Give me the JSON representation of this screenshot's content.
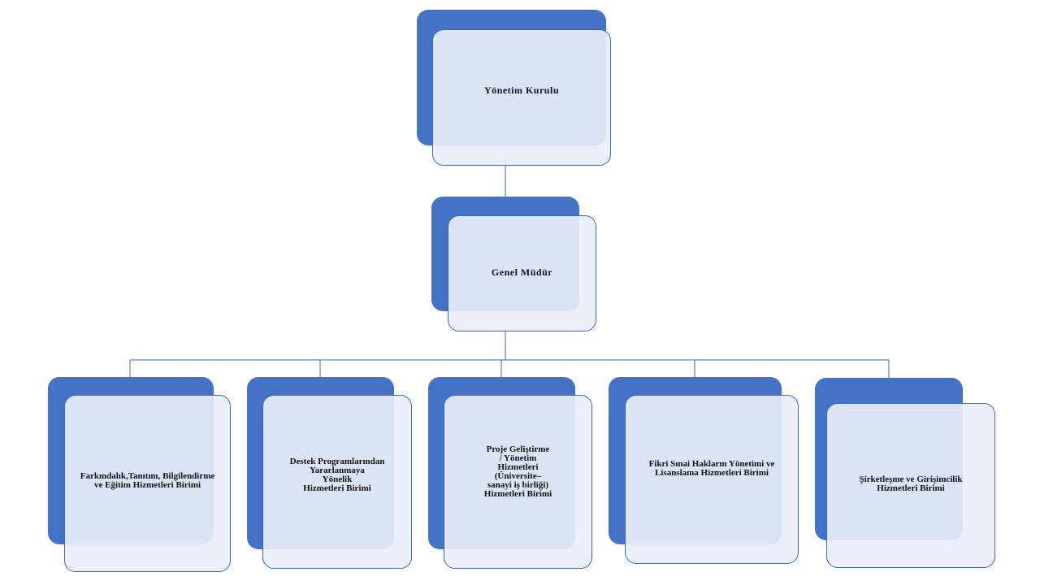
{
  "chart": {
    "board": "Yönetim  Kurulu",
    "director": "Genel  Müdür",
    "units": [
      "Farkındalık,Tanıtım, Bilgilendirme\nve Eğitim Hizmetleri Birimi",
      "Destek Programlarından Yararlanmaya\nYönelik\nHizmetleri Birimi",
      "Proje Geliştirme\n/ Yönetim\nHizmetleri\n(Üniversite–\nsanayi iş birliği)\nHizmetleri Birimi",
      "Fikri Sınai Hakların Yönetimi ve\nLisanslama Hizmetleri Birimi",
      "Şirketleşme ve Girişimcilik\nHizmetleri Birimi"
    ]
  },
  "colors": {
    "box_fill": "#4472c4",
    "overlay_fill": "#e8eef8",
    "line": "#3d67b3"
  }
}
